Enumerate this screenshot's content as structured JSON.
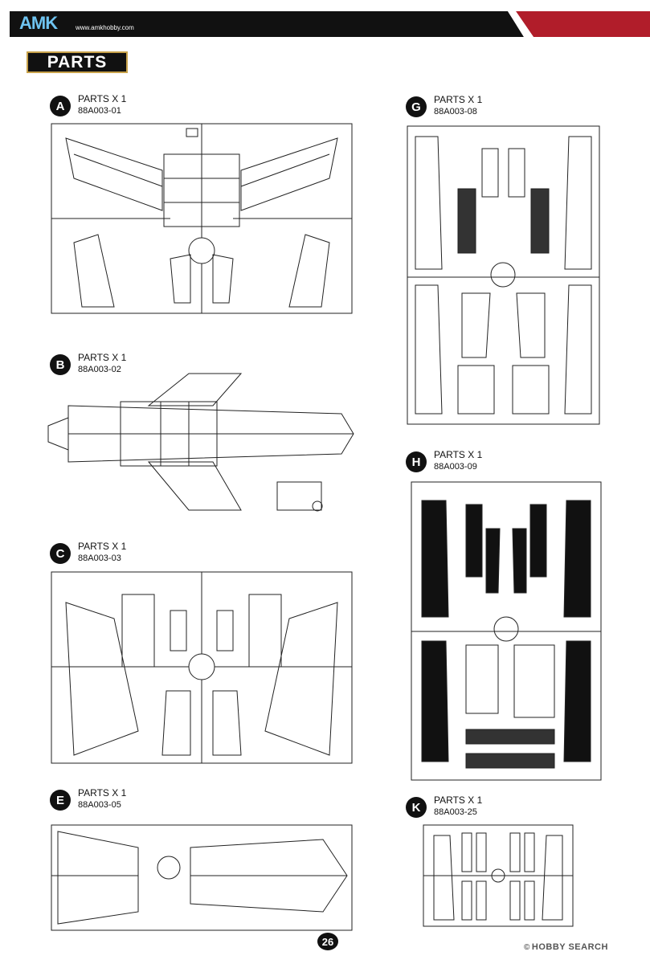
{
  "header": {
    "brand": "AMK",
    "website": "www.amkhobby.com",
    "colors": {
      "bar": "#111111",
      "accent": "#b11d2a",
      "brand": "#6ec3f0"
    }
  },
  "section_title": "PARTS",
  "sprues": [
    {
      "letter": "A",
      "quantity": "PARTS X 1",
      "code": "88A003-01"
    },
    {
      "letter": "B",
      "quantity": "PARTS X 1",
      "code": "88A003-02"
    },
    {
      "letter": "C",
      "quantity": "PARTS X 1",
      "code": "88A003-03"
    },
    {
      "letter": "E",
      "quantity": "PARTS X 1",
      "code": "88A003-05"
    },
    {
      "letter": "G",
      "quantity": "PARTS X 1",
      "code": "88A003-08"
    },
    {
      "letter": "H",
      "quantity": "PARTS X 1",
      "code": "88A003-09"
    },
    {
      "letter": "K",
      "quantity": "PARTS X 1",
      "code": "88A003-25"
    }
  ],
  "page_number": "26",
  "watermark": {
    "symbol": "©",
    "text": "HOBBY SEARCH"
  }
}
